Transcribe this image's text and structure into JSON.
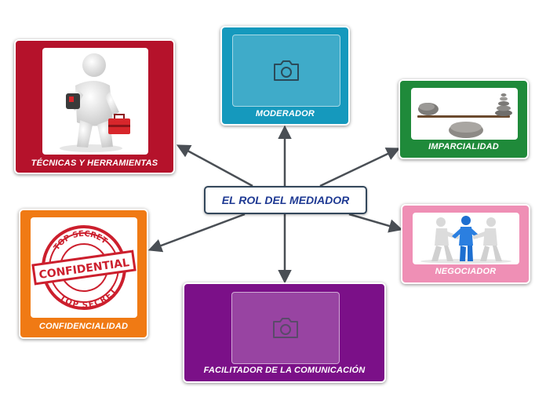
{
  "center": {
    "title": "EL ROL DEL MEDIADOR"
  },
  "nodes": {
    "tecnicas": {
      "label": "TÉCNICAS Y HERRAMIENTAS",
      "color": "#b5122b",
      "image": "person-with-toolbox-icon"
    },
    "moderador": {
      "label": "MODERADOR",
      "color": "#1599bd",
      "image": "camera-icon"
    },
    "imparcialidad": {
      "label": "IMPARCIALIDAD",
      "color": "#1f8a3a",
      "image": "balance-stones-icon"
    },
    "negociador": {
      "label": "NEGOCIADOR",
      "color": "#ef8fb5",
      "image": "people-handshake-icon"
    },
    "confidencialidad": {
      "label": "CONFIDENCIALIDAD",
      "color": "#f07a14",
      "image": "confidential-stamp-icon"
    },
    "facilitador": {
      "label": "FACILITADOR DE LA COMUNICACIÓN",
      "color": "#7b1088",
      "image": "camera-icon"
    }
  },
  "stamp": {
    "top": "TOP SECRET",
    "middle": "CONFIDENTIAL",
    "bottom": "TOP SECRET",
    "color": "#cc1f2d"
  },
  "link_color": "#4a4f55"
}
